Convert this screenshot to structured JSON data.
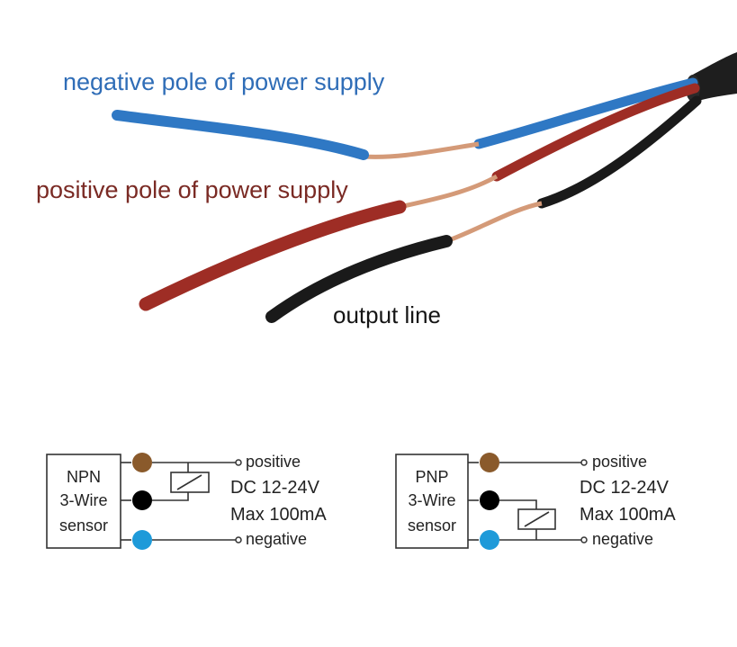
{
  "photo": {
    "labels": {
      "negative": "negative pole of power supply",
      "positive": "positive pole of power supply",
      "output": "output line"
    },
    "colors": {
      "blue_wire": "#2f78c4",
      "red_wire": "#9e2d25",
      "black_wire": "#1a1a1a",
      "copper": "#d49a78",
      "label_blue": "#2f6db7",
      "label_red": "#7a2a24"
    }
  },
  "diagrams": [
    {
      "type_line1": "NPN",
      "type_line2": "3-Wire",
      "type_line3": "sensor",
      "positive_label": "positive",
      "negative_label": "negative",
      "voltage": "DC 12-24V",
      "current": "Max 100mA"
    },
    {
      "type_line1": "PNP",
      "type_line2": "3-Wire",
      "type_line3": "sensor",
      "positive_label": "positive",
      "negative_label": "negative",
      "voltage": "DC 12-24V",
      "current": "Max 100mA"
    }
  ],
  "terminal_colors": {
    "brown": "#8a5a2b",
    "black": "#000000",
    "blue": "#1e9ad9"
  }
}
